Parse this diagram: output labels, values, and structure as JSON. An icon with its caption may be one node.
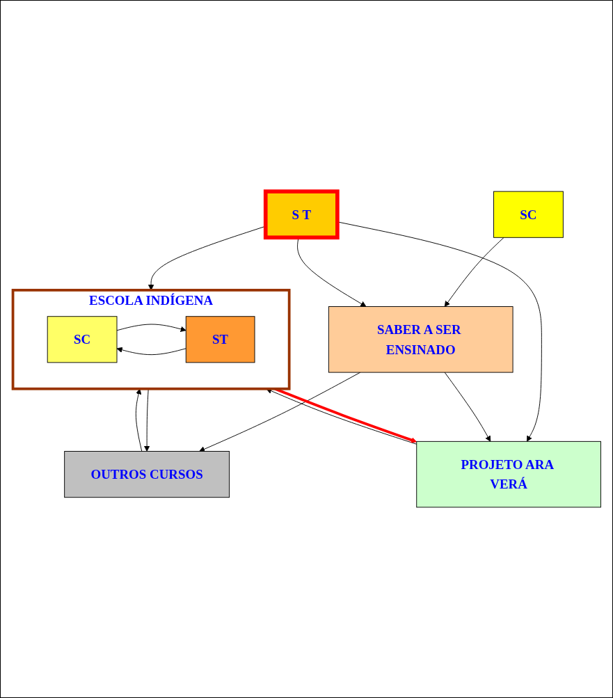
{
  "diagram": {
    "nodes": [
      {
        "text": [
          "SC"
        ]
      },
      {
        "text": [
          "S T"
        ]
      },
      {
        "text": [
          "SABER A SER ENSINADO"
        ]
      },
      {
        "text": [
          "OUTROS CURSOS"
        ]
      },
      {
        "text": [
          "PROJETO ARA VERÁ"
        ]
      },
      {
        "text": [
          "ESCOLA INDÍGENA"
        ]
      },
      {
        "text": [
          "SC"
        ],
        "in": 5
      },
      {
        "text": [
          "ST"
        ],
        "in": 5
      }
    ],
    "edges": [
      {
        "from": 0,
        "to": 2,
        "arrow": "to"
      },
      {
        "from": 1,
        "to": 2,
        "arrow": "to"
      },
      {
        "from": 1,
        "to": 4,
        "arrow": "to"
      },
      {
        "from": 1,
        "to": 5,
        "arrow": "to"
      },
      {
        "from": 2,
        "to": 3,
        "arrow": "to"
      },
      {
        "from": 2,
        "to": 4,
        "arrow": "to"
      },
      {
        "from": 3,
        "to": 5,
        "arrow": "to"
      },
      {
        "from": 5,
        "to": 3,
        "arrow": "to"
      },
      {
        "from": 4,
        "to": 5,
        "arrow": "to"
      },
      {
        "from": 5,
        "to": 4,
        "arrow": "to",
        "style": "thick",
        "color": "#ff0000"
      },
      {
        "from": 6,
        "to": 7,
        "arrow": "to"
      },
      {
        "from": 7,
        "to": 6,
        "arrow": "to"
      }
    ]
  }
}
